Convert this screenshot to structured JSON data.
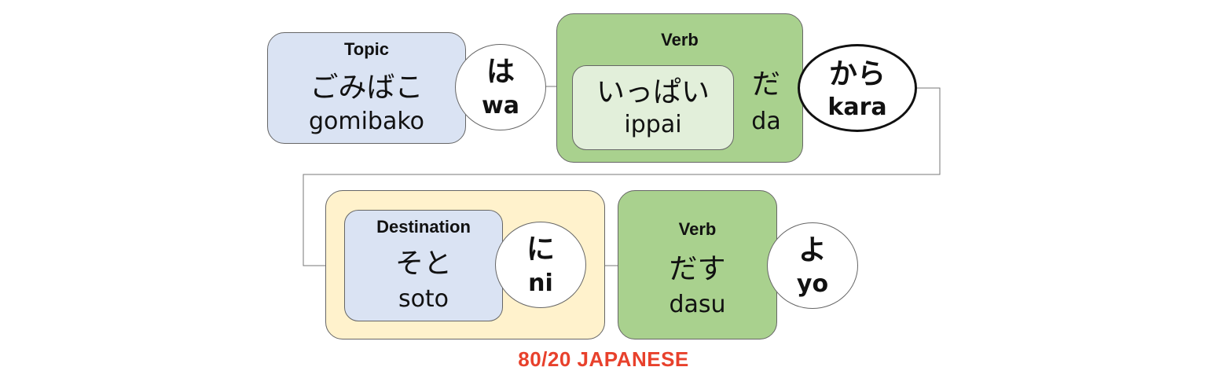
{
  "row1": {
    "topic": {
      "label": "Topic",
      "kana": "ごみばこ",
      "romaji": "gomibako"
    },
    "particle_wa": {
      "kana": "は",
      "romaji": "wa"
    },
    "verb": {
      "label": "Verb",
      "inner_kana": "いっぱい",
      "inner_romaji": "ippai",
      "kana": "だ",
      "romaji": "da"
    },
    "particle_kara": {
      "kana": "から",
      "romaji": "kara"
    }
  },
  "row2": {
    "destination": {
      "label": "Destination",
      "kana": "そと",
      "romaji": "soto"
    },
    "particle_ni": {
      "kana": "に",
      "romaji": "ni"
    },
    "verb": {
      "label": "Verb",
      "kana": "だす",
      "romaji": "dasu"
    },
    "particle_yo": {
      "kana": "よ",
      "romaji": "yo"
    }
  },
  "footer": {
    "text": "80/20 JAPANESE",
    "color": "#e8412c"
  },
  "colors": {
    "topic_fill": "#dae3f3",
    "verb_fill": "#a9d18e",
    "verb_inner_fill": "#e2efda",
    "destination_outer_fill": "#fff2cc"
  }
}
